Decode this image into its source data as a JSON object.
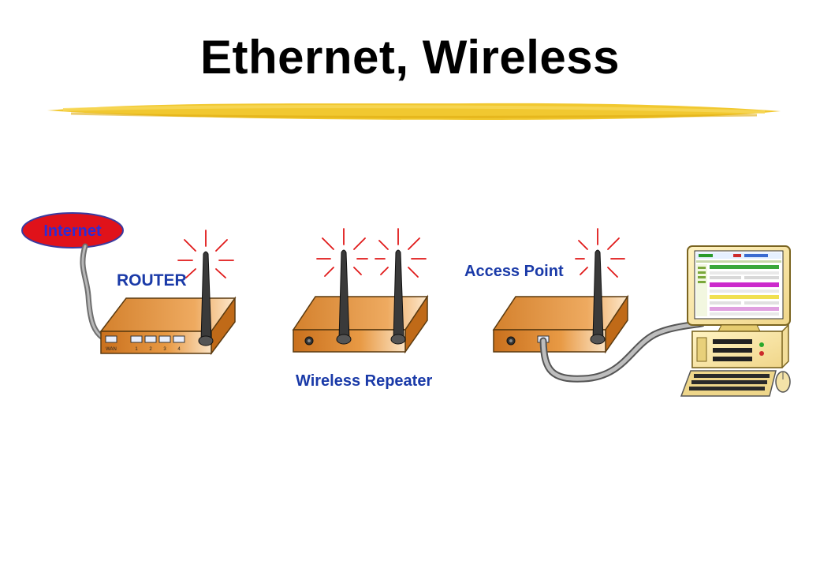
{
  "slide": {
    "title": "Ethernet, Wireless"
  },
  "diagram": {
    "internet_label": "Internet",
    "router_label": "ROUTER",
    "router_ports": [
      "WAN",
      "1",
      "2",
      "3",
      "4"
    ],
    "repeater_label": "Wireless Repeater",
    "access_point_label": "Access Point"
  },
  "colors": {
    "device_body": "#d9862b",
    "label_blue": "#1a3aa8",
    "internet_fill": "#e0121a",
    "internet_text": "#2c2cd6",
    "signal_red": "#e01818",
    "underline_yellow": "#f0c21a",
    "cable_gray": "#8a8a8a"
  }
}
